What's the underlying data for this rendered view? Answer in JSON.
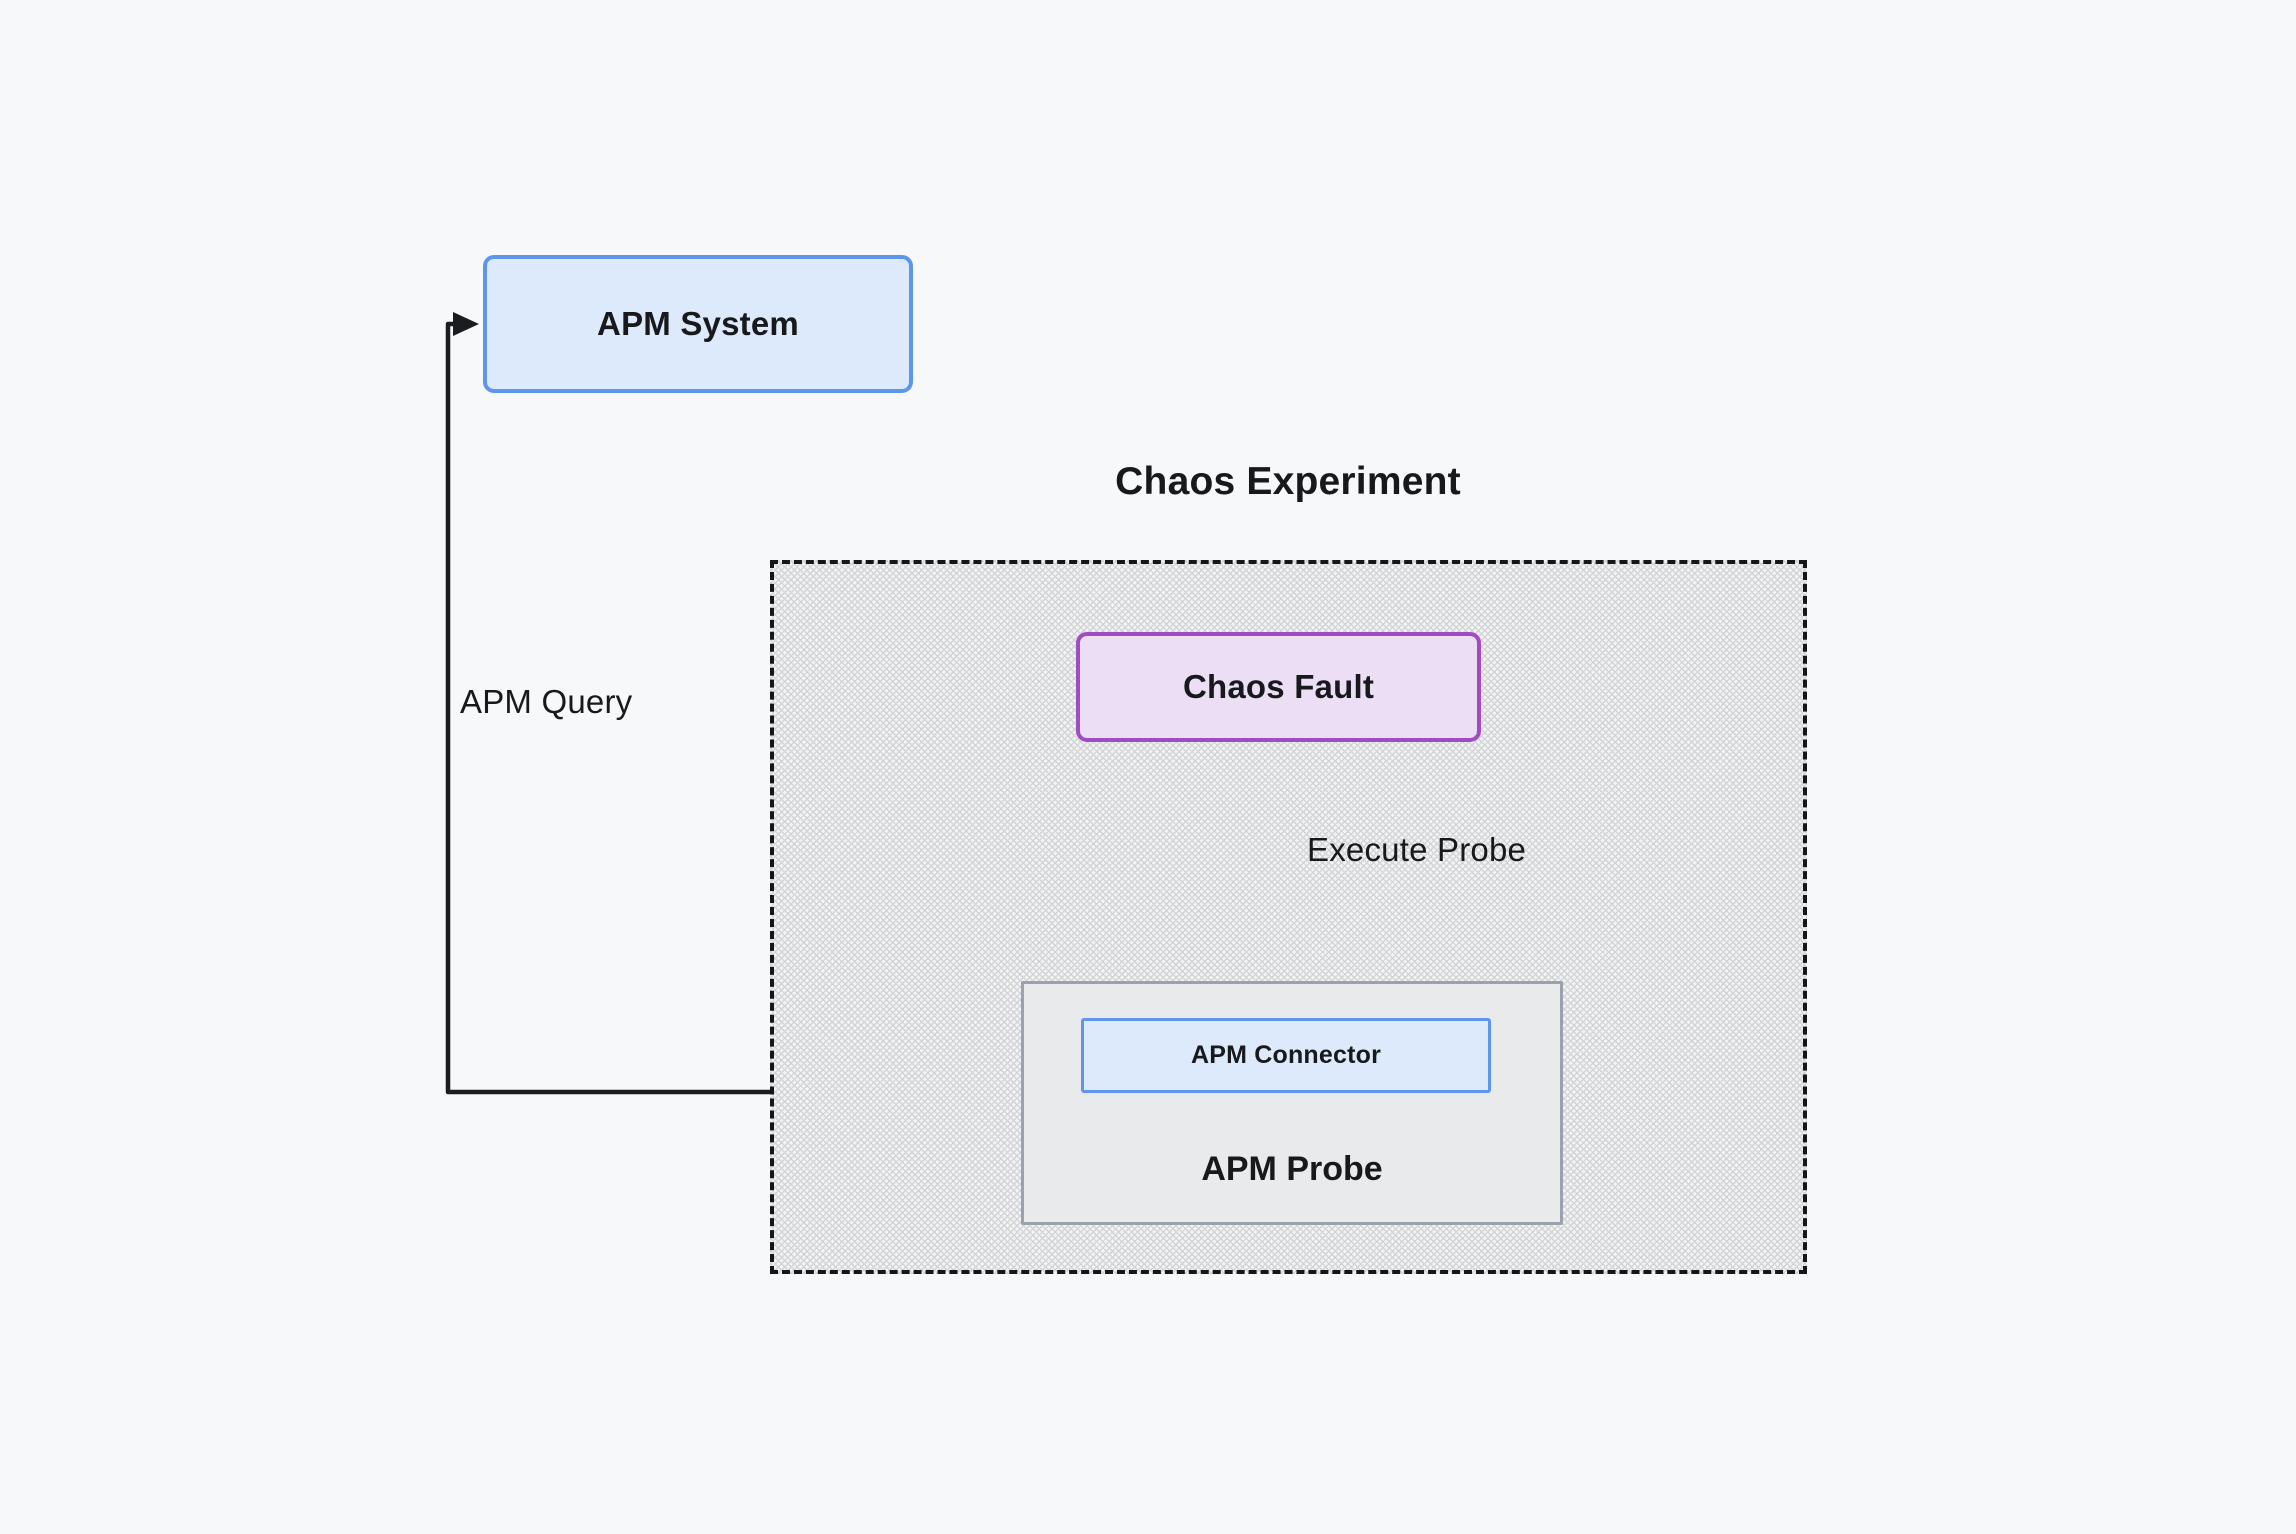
{
  "diagram": {
    "title": "Chaos Experiment",
    "nodes": {
      "apm_system": {
        "label": "APM System"
      },
      "chaos_fault": {
        "label": "Chaos Fault"
      },
      "apm_probe": {
        "label": "APM Probe"
      },
      "apm_connector": {
        "label": "APM Connector"
      }
    },
    "edges": {
      "apm_query": {
        "label": "APM Query"
      },
      "execute_probe": {
        "label": "Execute Probe"
      }
    },
    "colors": {
      "background": "#f6f8fa",
      "blue_node_fill": "#dceafb",
      "blue_node_border": "#5e96ed",
      "purple_node_fill": "#ebdef5",
      "purple_node_border": "#a24cc4",
      "gray_node_fill": "#e9eaec",
      "gray_node_border": "#9aa3ad",
      "line": "#1a1c1f",
      "text": "#17191c"
    }
  }
}
